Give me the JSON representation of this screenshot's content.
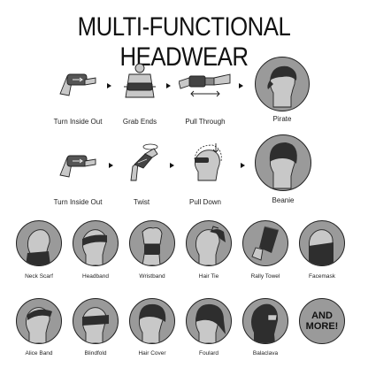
{
  "title": "MULTI-FUNCTIONAL HEADWEAR",
  "row1": {
    "steps": [
      {
        "label": "Turn Inside Out",
        "icon": "turn-inside-out-icon"
      },
      {
        "label": "Grab Ends",
        "icon": "grab-ends-icon"
      },
      {
        "label": "Pull Through",
        "icon": "pull-through-icon"
      }
    ],
    "result": {
      "label": "Pirate",
      "icon": "pirate-icon"
    }
  },
  "row2": {
    "steps": [
      {
        "label": "Turn Inside Out",
        "icon": "turn-inside-out-icon"
      },
      {
        "label": "Twist",
        "icon": "twist-icon"
      },
      {
        "label": "Pull Down",
        "icon": "pull-down-icon"
      }
    ],
    "result": {
      "label": "Beanie",
      "icon": "beanie-icon"
    }
  },
  "styles_row1": [
    {
      "label": "Neck Scarf",
      "icon": "neck-scarf-icon"
    },
    {
      "label": "Headband",
      "icon": "headband-icon"
    },
    {
      "label": "Wristband",
      "icon": "wristband-icon"
    },
    {
      "label": "Hair Tie",
      "icon": "hair-tie-icon"
    },
    {
      "label": "Rally Towel",
      "icon": "rally-towel-icon"
    },
    {
      "label": "Facemask",
      "icon": "facemask-icon"
    }
  ],
  "styles_row2": [
    {
      "label": "Alice Band",
      "icon": "alice-band-icon"
    },
    {
      "label": "Blindfold",
      "icon": "blindfold-icon"
    },
    {
      "label": "Hair Cover",
      "icon": "hair-cover-icon"
    },
    {
      "label": "Foulard",
      "icon": "foulard-icon"
    },
    {
      "label": "Balaclava",
      "icon": "balaclava-icon"
    },
    {
      "label": "AND\nMORE!",
      "icon": "and-more-badge"
    }
  ],
  "colors": {
    "circle": "#9a9a9a",
    "outline": "#222222",
    "fabric": "#2e2e2e",
    "skin": "#c8c8c8"
  }
}
